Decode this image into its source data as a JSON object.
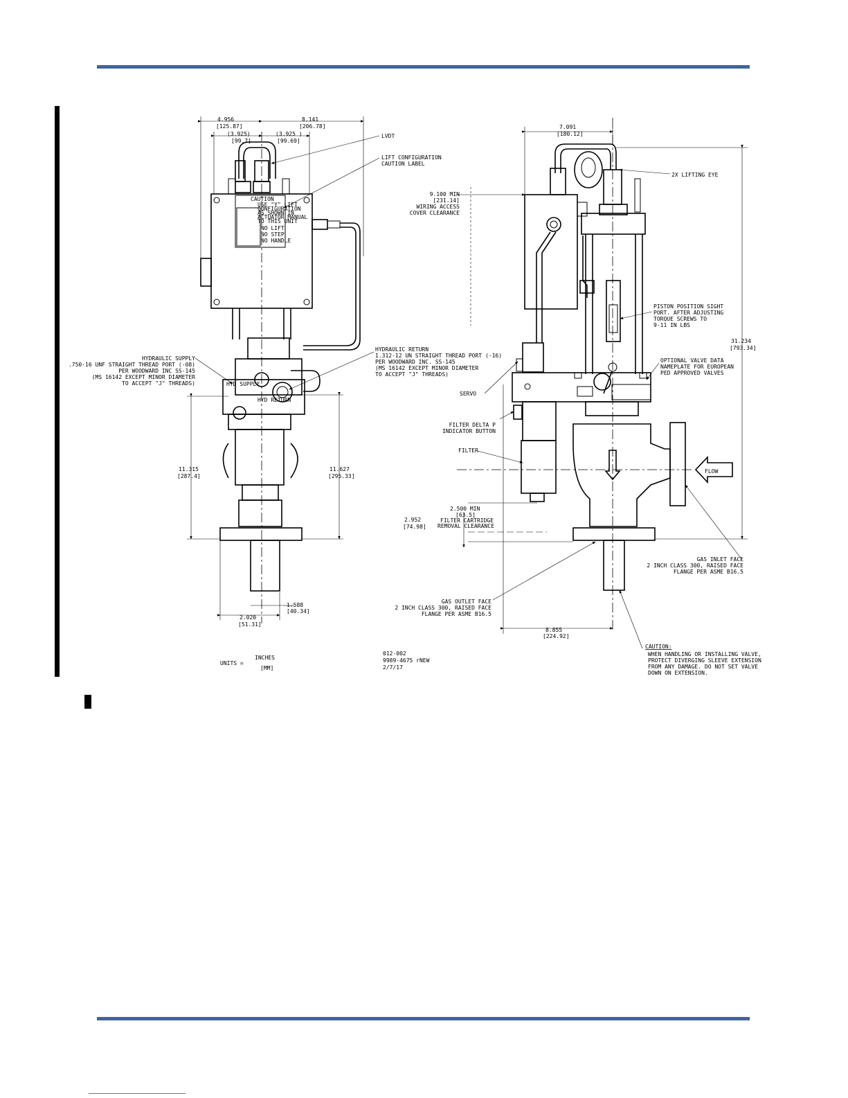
{
  "labels": {
    "dim_4956": "4.956",
    "dim_4956_mm": "[125.87]",
    "dim_8141": "8.141",
    "dim_8141_mm": "[206.78]",
    "dim_3925a": "(3.925)",
    "dim_3925a_mm": "[99.7]",
    "dim_3925b": "(3.925 )",
    "dim_3925b_mm": "[99.69]",
    "lvdt": "LVDT",
    "lift_label_1": "LIFT CONFIGURATION",
    "lift_label_2": "CAUTION LABEL",
    "caution_plate": "CAUTION",
    "caution_plate_l1": "USE \"Y\" LIFT",
    "caution_plate_l2": "CONFIGURATION",
    "caution_plate_l3": "AS SHOWN IN",
    "caution_plate_l4": "ACTUATOR MANUAL",
    "caution_plate_l5": "TO THIS UNIT",
    "no_lift": "NO LIFT",
    "no_step": "NO STEP",
    "no_handle": "NO HANDLE",
    "hyd_supply_1": "HYDRAULIC SUPPLY",
    "hyd_supply_2": ".750-16 UNF STRAIGHT THREAD PORT (-08)",
    "hyd_supply_3": "PER WOODWARD INC SS-145",
    "hyd_supply_4": "(MS 16142 EXCEPT MINOR DIAMETER",
    "hyd_supply_5": "TO ACCEPT \"J\" THREADS)",
    "hyd_return_1": "HYDRAULIC RETURN",
    "hyd_return_2": "1.312-12 UN STRAIGHT THREAD PORT (-16)",
    "hyd_return_3": "PER WOODWARD INC. SS-145",
    "hyd_return_4": "(MS 16142 EXCEPT MINOR DIAMETER",
    "hyd_return_5": "TO ACCEPT \"J\" THREADS)",
    "hyd_tag": "HYD SUPPLY",
    "hyd_ret_tag": "HYD RETURN",
    "dim_11315": "11.315",
    "dim_11315_mm": "[287.4]",
    "dim_11627": "11.627",
    "dim_11627_mm": "[295.33]",
    "dim_1588": "1.588",
    "dim_1588_mm": "[40.34]",
    "dim_2020": "2.020",
    "dim_2020_mm": "[51.31]",
    "units_prefix": "UNITS =",
    "units_top": "INCHES",
    "units_bottom": "[MM]",
    "drawing_no_1": "012-002",
    "drawing_no_2": "9989-4675 rNEW",
    "drawing_no_3": "2/7/17",
    "dim_7091": "7.091",
    "dim_7091_mm": "[180.12]",
    "lifting_eye": "2X LIFTING EYE",
    "dim_9100_1": "9.100 MIN",
    "dim_9100_2": "[231.14]",
    "dim_9100_3": "WIRING ACCESS",
    "dim_9100_4": "COVER CLEARANCE",
    "piston_1": "PISTON POSITION SIGHT",
    "piston_2": "PORT.  AFTER ADJUSTING",
    "piston_3": "TORQUE SCREWS TO",
    "piston_4": "9-11 IN LBS",
    "dim_31234": "31.234",
    "dim_31234_mm": "[793.34]",
    "nameplate_1": "OPTIONAL VALVE DATA",
    "nameplate_2": "NAMEPLATE FOR EUROPEAN",
    "nameplate_3": "PED APPROVED VALVES",
    "servo": "SERVO",
    "filter_dp_1": "FILTER DELTA P",
    "filter_dp_2": "INDICATOR BUTTON",
    "filter": "FILTER",
    "flow": "FLOW",
    "dim_2500_1": "2.500 MIN",
    "dim_2500_2": "[63.5]",
    "dim_2500_3": "FILTER CARTRIDGE",
    "dim_2500_4": "REMOVAL CLEARANCE",
    "dim_2952": "2.952",
    "dim_2952_mm": "[74.98]",
    "gas_inlet_1": "GAS INLET FACE",
    "gas_inlet_2": "2 INCH CLASS 300, RAISED FACE",
    "gas_inlet_3": "FLANGE PER ASME B16.5",
    "gas_outlet_1": "GAS OUTLET FACE",
    "gas_outlet_2": "2 INCH CLASS 300, RAISED FACE",
    "gas_outlet_3": "FLANGE PER ASME B16.5",
    "dim_8855": "8.855",
    "dim_8855_mm": "[224.92]",
    "caution_title": "CAUTION:",
    "caution_1": "WHEN HANDLING OR INSTALLING VALVE,",
    "caution_2": "PROTECT DIVERGING SLEEVE EXTENSION",
    "caution_3": "FROM ANY DAMAGE.  DO NOT SET VALVE",
    "caution_4": "DOWN ON EXTENSION."
  }
}
